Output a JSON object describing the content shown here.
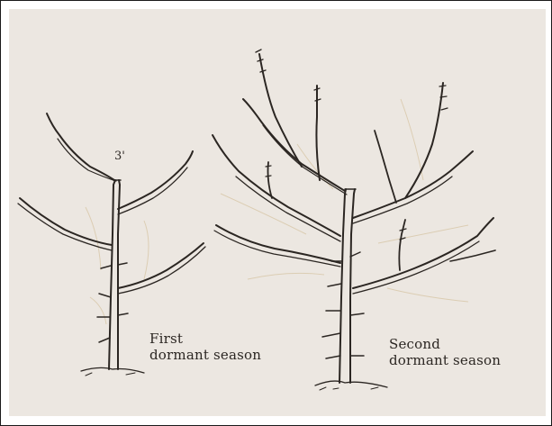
{
  "figure": {
    "cut_mark": "3'",
    "captions": {
      "first": {
        "line1": "First",
        "line2": "dormant season"
      },
      "second": {
        "line1": "Second",
        "line2": "dormant season"
      }
    },
    "colors": {
      "page": "#ece7e1",
      "ink": "#2b2622",
      "pencil_lines": "#d8c7a8"
    }
  }
}
